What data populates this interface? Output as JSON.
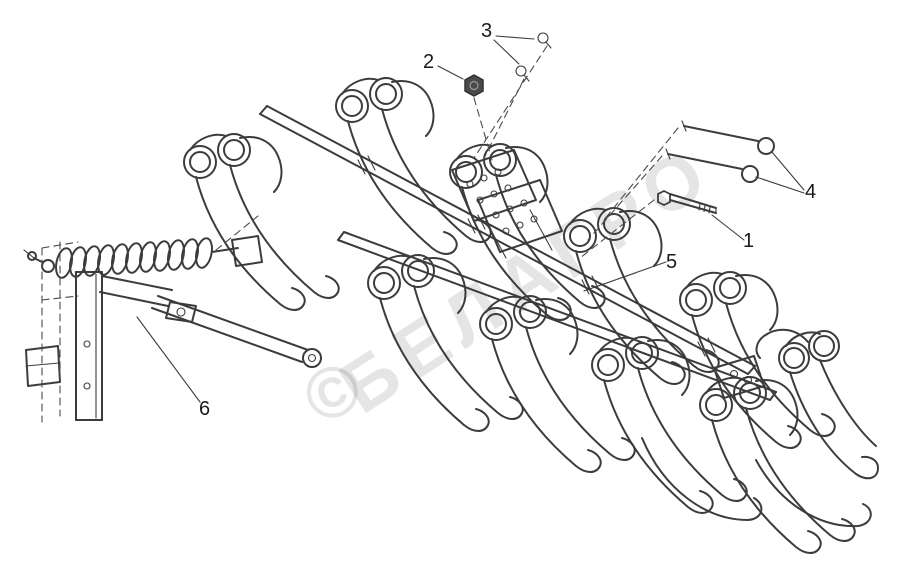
{
  "diagram": {
    "line_color": "#3c3c3c",
    "background": "#ffffff",
    "callouts": [
      {
        "label": "1"
      },
      {
        "label": "2"
      },
      {
        "label": "3"
      },
      {
        "label": "4"
      },
      {
        "label": "5"
      },
      {
        "label": "6"
      }
    ]
  },
  "watermark": {
    "text": "БЕЛАГРО",
    "logo": "©",
    "color": "rgba(0,0,0,0.10)"
  }
}
